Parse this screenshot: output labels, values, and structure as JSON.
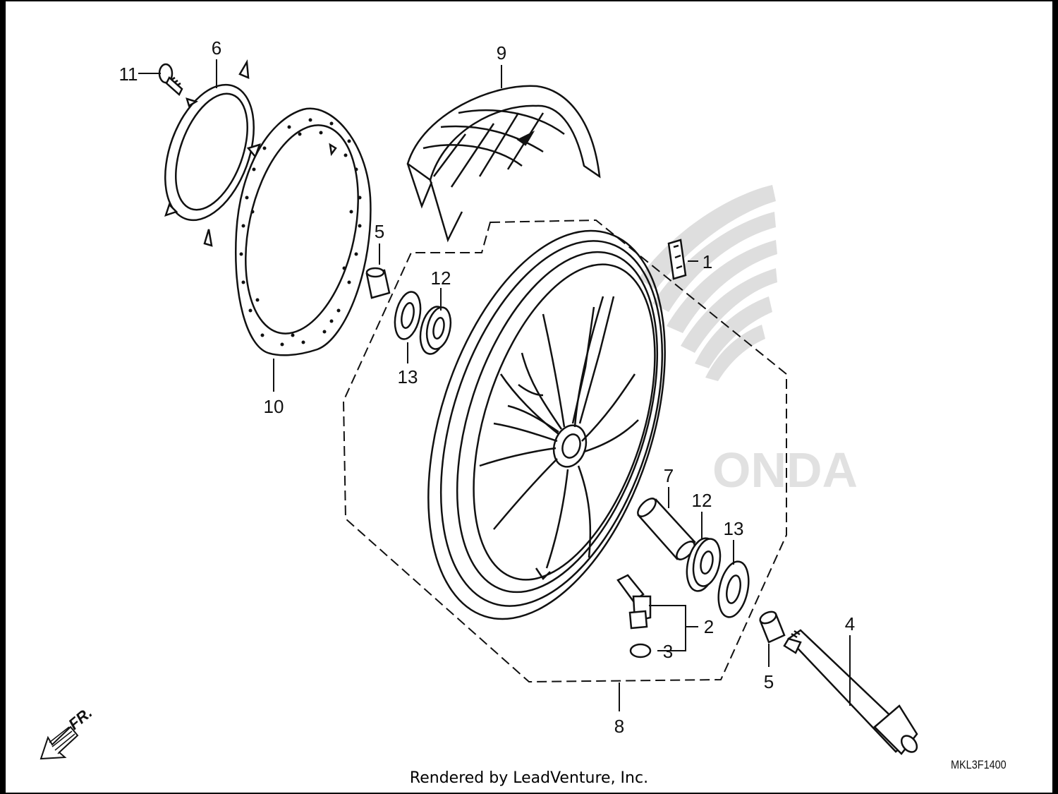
{
  "callouts": [
    {
      "id": "c1",
      "label": "1"
    },
    {
      "id": "c2",
      "label": "2"
    },
    {
      "id": "c3",
      "label": "3"
    },
    {
      "id": "c4",
      "label": "4"
    },
    {
      "id": "c5a",
      "label": "5"
    },
    {
      "id": "c5b",
      "label": "5"
    },
    {
      "id": "c6",
      "label": "6"
    },
    {
      "id": "c7",
      "label": "7"
    },
    {
      "id": "c8",
      "label": "8"
    },
    {
      "id": "c9",
      "label": "9"
    },
    {
      "id": "c10",
      "label": "10"
    },
    {
      "id": "c11",
      "label": "11"
    },
    {
      "id": "c12a",
      "label": "12"
    },
    {
      "id": "c12b",
      "label": "12"
    },
    {
      "id": "c13a",
      "label": "13"
    },
    {
      "id": "c13b",
      "label": "13"
    }
  ],
  "direction_label": "FR.",
  "footer": "Rendered by LeadVenture, Inc.",
  "diagram_code": "MKL3F1400",
  "colors": {
    "line": "#111111",
    "watermark": "#cfcfcf",
    "background": "#ffffff"
  }
}
